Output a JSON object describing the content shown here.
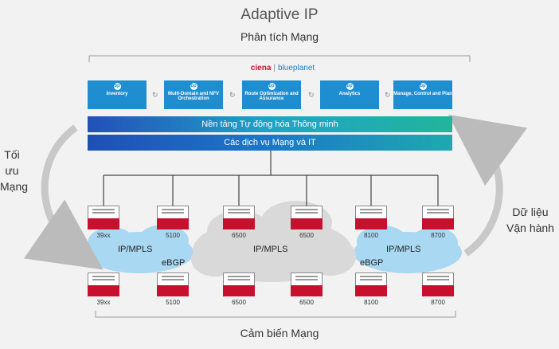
{
  "header": {
    "title": "Adaptive IP",
    "subtitle": "Phân tích Mạng"
  },
  "brand": {
    "ciena": "ciena",
    "separator": "|",
    "blueplanet": "blueplanet"
  },
  "modules": [
    {
      "label": "Inventory"
    },
    {
      "label": "Multi-Domain and NFV Orchestration"
    },
    {
      "label": "Route Optimization and Assurance"
    },
    {
      "label": "Analytics"
    },
    {
      "label": "Manage, Control and Plan"
    }
  ],
  "module_icon": "bp",
  "cycle_icon": "↻",
  "bands": {
    "platform": "Nền tảng Tự động hóa Thông minh",
    "services": "Các dịch vụ Mạng và IT"
  },
  "left_label": {
    "line1": "Tối ưu",
    "line2": "Mạng"
  },
  "right_label": {
    "line1": "Dữ liệu",
    "line2": "Vận hành"
  },
  "networks": {
    "left": "IP/MPLS",
    "center": "IP/MPLS",
    "right": "IP/MPLS",
    "ebgp_left": "eBGP",
    "ebgp_right": "eBGP"
  },
  "devices_top": [
    "39xx",
    "5100",
    "6500",
    "6500",
    "8100",
    "8700"
  ],
  "devices_bottom": [
    "39xx",
    "5100",
    "6500",
    "6500",
    "8100",
    "8700"
  ],
  "footer": {
    "label": "Cảm biến Mạng"
  },
  "colors": {
    "module_blue": "#1f8ed1",
    "device_red": "#c8102e",
    "cloud_blue": "#a9d8f2",
    "cloud_gray": "#dcdcdc"
  }
}
